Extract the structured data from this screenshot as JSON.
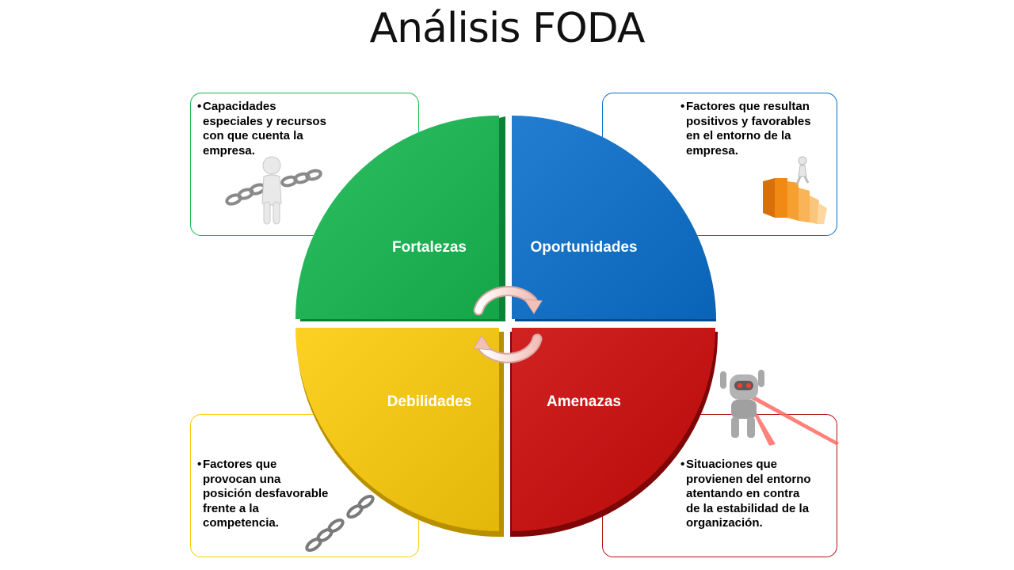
{
  "title": "Análisis FODA",
  "quadrants": {
    "fortalezas": {
      "label": "Fortalezas",
      "color": "#16b850",
      "description_lines": [
        "Capacidades",
        "especiales y recursos",
        "con que cuenta la",
        "empresa."
      ]
    },
    "oportunidades": {
      "label": "Oportunidades",
      "color": "#0a6fcb",
      "description_lines": [
        "Factores que resultan",
        "positivos y favorables",
        "en el entorno de la",
        "empresa."
      ]
    },
    "debilidades": {
      "label": "Debilidades",
      "color": "#fccc0a",
      "description_lines": [
        "Factores que",
        "provocan una",
        "posición desfavorable",
        "frente a la",
        "competencia."
      ]
    },
    "amenazas": {
      "label": "Amenazas",
      "color": "#cc0a0a",
      "description_lines": [
        "Situaciones que",
        "provienen del entorno",
        "atentando en contra",
        "de la estabilidad de la",
        "organización."
      ]
    }
  },
  "icons": [
    "figure-holding-chain-icon",
    "figure-climbing-stairs-icon",
    "broken-chain-icon",
    "robot-laser-icon",
    "cycle-arrows-icon"
  ]
}
